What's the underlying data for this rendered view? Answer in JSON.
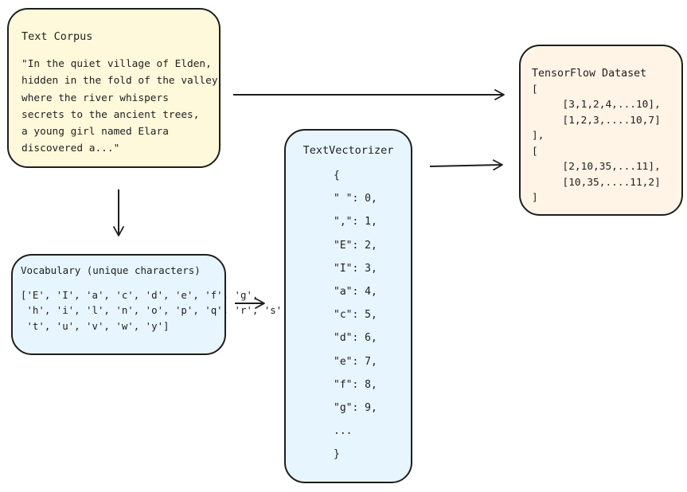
{
  "corpus": {
    "title": "Text Corpus",
    "lines": [
      "\"In the quiet village of Elden,",
      "hidden in the fold of the valley",
      "where the river whispers",
      "secrets to the ancient trees,",
      "a young girl named Elara",
      "discovered a...\""
    ]
  },
  "vocabulary": {
    "title": "Vocabulary (unique characters)",
    "lines": [
      "['E', 'I', 'a', 'c', 'd', 'e', 'f', 'g',",
      " 'h', 'i', 'l', 'n', 'o', 'p', 'q', 'r', 's',",
      " 't', 'u', 'v', 'w', 'y']"
    ]
  },
  "vectorizer": {
    "title": "TextVectorizer",
    "lines": [
      "{",
      "\" \": 0,",
      "\",\": 1,",
      "\"E\": 2,",
      "\"I\": 3,",
      "\"a\": 4,",
      "\"c\": 5,",
      "\"d\": 6,",
      "\"e\": 7,",
      "\"f\": 8,",
      "\"g\": 9,",
      "...",
      "}"
    ]
  },
  "dataset": {
    "title": "TensorFlow Dataset",
    "lines": [
      "[",
      "     [3,1,2,4,...10],",
      "     [1,2,3,....10,7]",
      "],",
      "[",
      "     [2,10,35,...11],",
      "     [10,35,....11,2]",
      "]"
    ]
  }
}
